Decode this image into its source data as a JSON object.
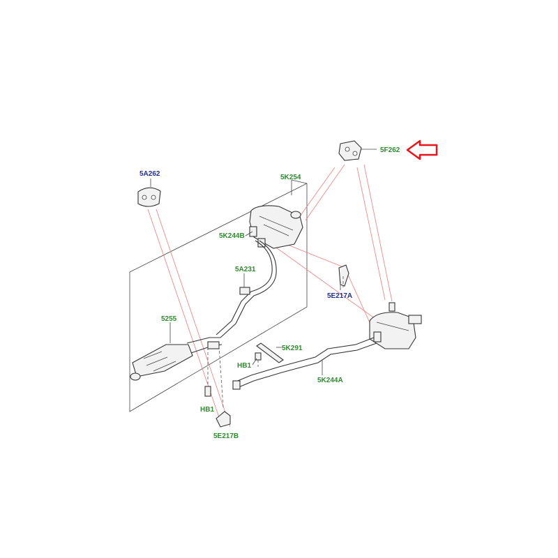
{
  "parts": {
    "p5F262": "5F262",
    "p5A262": "5A262",
    "p5K254": "5K254",
    "p5K244B": "5K244B",
    "p5A231": "5A231",
    "p5E217A": "5E217A",
    "p5255": "5255",
    "p5K291": "5K291",
    "pHB1_upper": "HB1",
    "pHB1_lower": "HB1",
    "p5K244A": "5K244A",
    "p5E217B": "5E217B"
  },
  "colors": {
    "label_green": "#2e8b2e",
    "label_blue": "#1f2f8f",
    "highlight_arrow": "#e8141a",
    "leader_red": "#e88888"
  },
  "icons": {
    "highlight": "red-outline-arrow-icon"
  }
}
